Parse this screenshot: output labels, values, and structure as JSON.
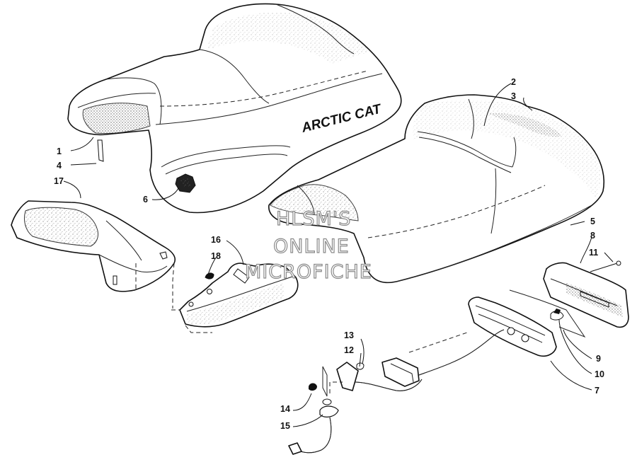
{
  "brand_text": "ARCTIC CAT",
  "watermark": [
    "HLSM'S",
    "ONLINE",
    "MICROFICHE"
  ],
  "callouts": {
    "c1": "1",
    "c2": "2",
    "c3": "3",
    "c4": "4",
    "c5": "5",
    "c6": "6",
    "c7": "7",
    "c8": "8",
    "c9": "9",
    "c10": "10",
    "c11": "11",
    "c12": "12",
    "c13": "13",
    "c14": "14",
    "c15": "15",
    "c16": "16",
    "c17": "17",
    "c18": "18"
  },
  "colors": {
    "line": "#111111",
    "background": "#ffffff",
    "watermark_outline": "#8a8a8a"
  }
}
